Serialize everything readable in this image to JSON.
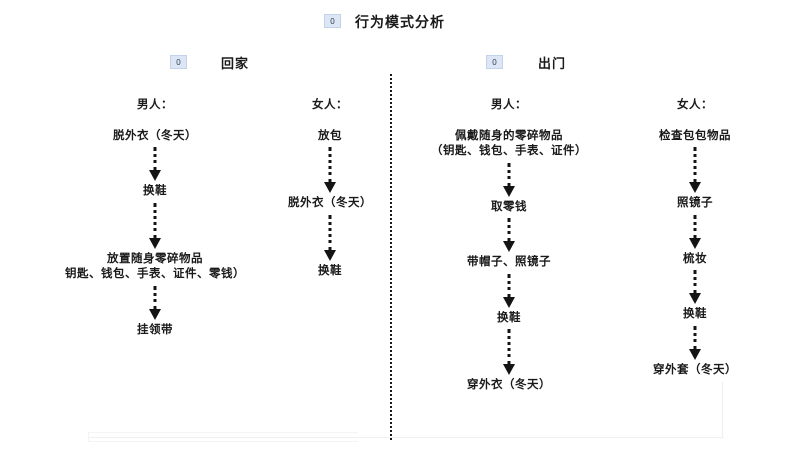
{
  "document": {
    "title": "行为模式分析",
    "title_badge": "0"
  },
  "sections": {
    "left": {
      "heading": "回家",
      "badge": "0"
    },
    "right": {
      "heading": "出门",
      "badge": "0"
    }
  },
  "flows": [
    {
      "id": "home-man",
      "actor": "男人：",
      "steps": [
        {
          "text": "脱外衣（冬天）",
          "detail": ""
        },
        {
          "text": "换鞋",
          "detail": ""
        },
        {
          "text": "放置随身零碎物品",
          "detail": "钥匙、钱包、手表、证件、零钱）"
        },
        {
          "text": "挂领带",
          "detail": ""
        }
      ]
    },
    {
      "id": "home-woman",
      "actor": "女人：",
      "steps": [
        {
          "text": "放包",
          "detail": ""
        },
        {
          "text": "脱外衣（冬天）",
          "detail": ""
        },
        {
          "text": "换鞋",
          "detail": ""
        }
      ]
    },
    {
      "id": "out-man",
      "actor": "男人：",
      "steps": [
        {
          "text": "佩戴随身的零碎物品",
          "detail": "（钥匙、钱包、手表、证件）"
        },
        {
          "text": "取零钱",
          "detail": ""
        },
        {
          "text": "带帽子、照镜子",
          "detail": ""
        },
        {
          "text": "换鞋",
          "detail": ""
        },
        {
          "text": "穿外衣（冬天）",
          "detail": ""
        }
      ]
    },
    {
      "id": "out-woman",
      "actor": "女人：",
      "steps": [
        {
          "text": "检查包包物品",
          "detail": ""
        },
        {
          "text": "照镜子",
          "detail": ""
        },
        {
          "text": "梳妆",
          "detail": ""
        },
        {
          "text": "换鞋",
          "detail": ""
        },
        {
          "text": "穿外套（冬天）",
          "detail": ""
        }
      ]
    }
  ],
  "colors": {
    "badge_background": "#dce6f5",
    "badge_border": "#c3d2ea",
    "ink": "#1a1a1a",
    "page_background": "#ffffff"
  }
}
